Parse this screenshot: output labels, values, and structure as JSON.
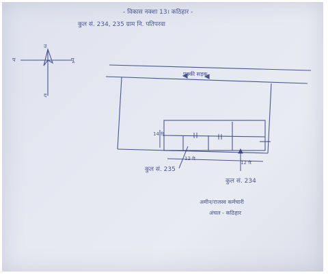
{
  "document": {
    "heading_line1": "- विकास नक्शा 13। कठिहार -",
    "heading_line2": "कुल सं. 234, 235 ग्राम नि. पतिपरवा",
    "compass": {
      "north": "उ",
      "south": "द",
      "east": "पू",
      "west": "प"
    },
    "road_label": "पक्की सड़क",
    "dimensions": {
      "left": "14 ft",
      "lower_left": "12 ft",
      "lower_right": "12 ft"
    },
    "plot_labels": {
      "plot_235": "कुल सं. 235",
      "plot_234": "कुल सं. 234"
    },
    "signature": {
      "line1": "अमीन/राजस्व कर्मचारी",
      "line2": "अंचल - कठिहार"
    }
  }
}
